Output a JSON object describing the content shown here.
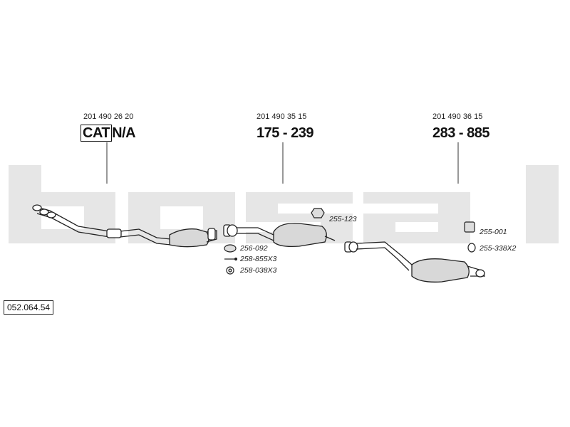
{
  "sections": [
    {
      "oem_number": "201 490 26 20",
      "cat_label": "CAT",
      "big_label": "N/A"
    },
    {
      "oem_number": "201 490 35 15",
      "big_label": "175 - 239"
    },
    {
      "oem_number": "201 490 36 15",
      "big_label": "283 - 885"
    }
  ],
  "parts": [
    {
      "code": "256-092"
    },
    {
      "code": "258-855X3"
    },
    {
      "code": "258-038X3"
    },
    {
      "code": "255-123"
    },
    {
      "code": "255-001"
    },
    {
      "code": "255-338X2"
    }
  ],
  "reference_number": "052.064.54",
  "watermark": "bosal"
}
